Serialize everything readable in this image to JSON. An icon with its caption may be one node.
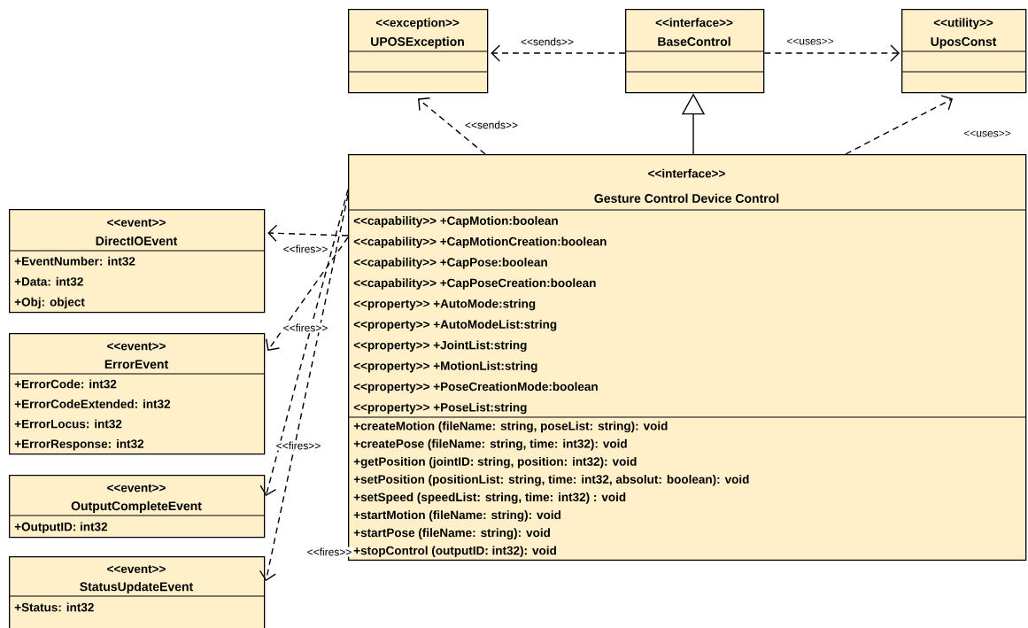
{
  "diagram": {
    "nodes": [
      {
        "text": [
          "<<exception>>",
          "UPOSException"
        ]
      },
      {
        "text": [
          "<<interface>>",
          "BaseControl"
        ]
      },
      {
        "text": [
          "<<utility>>",
          "UposConst"
        ]
      },
      {
        "text": [
          "<<interface>>",
          "Gesture Control Device Control",
          "<<capability>> +CapMotion:boolean",
          "<<capability>> +CapMotionCreation:boolean",
          "<<capability>> +CapPose:boolean",
          "<<capability>> +CapPoseCreation:boolean",
          "<<property>> +AutoMode:string",
          "<<property>> +AutoModeList:string",
          "<<property>> +JointList:string",
          "<<property>> +MotionList:string",
          "<<property>> +PoseCreationMode:boolean",
          "<<property>> +PoseList:string",
          "+createMotion (fileName: string, poseList: string): void",
          "+createPose (fileName: string, time: int32): void",
          "+getPosition (jointID: string, position: int32): void",
          "+setPosition (positionList: string, time: int32, absolut: boolean): void",
          "+setSpeed (speedList: string, time: int32) : void",
          "+startMotion (fileName: string): void",
          "+startPose (fileName: string): void",
          "+stopControl (outputID: int32): void"
        ]
      },
      {
        "text": [
          "<<event>>",
          "DirectIOEvent",
          "+EventNumber: int32",
          "+Data: int32",
          "+Obj: object"
        ]
      },
      {
        "text": [
          "<<event>>",
          "ErrorEvent",
          "+ErrorCode: int32",
          "+ErrorCodeExtended: int32",
          "+ErrorLocus: int32",
          "+ErrorResponse: int32"
        ]
      },
      {
        "text": [
          "<<event>>",
          "OutputCompleteEvent",
          "+OutputID: int32"
        ]
      },
      {
        "text": [
          "<<event>>",
          "StatusUpdateEvent",
          "+Status: int32"
        ]
      }
    ],
    "edges": [
      {
        "from": 1,
        "to": 0,
        "arrow": "to",
        "label": "<<sends>>",
        "style": "dashed"
      },
      {
        "from": 1,
        "to": 2,
        "arrow": "to",
        "label": "<<uses>>",
        "style": "dashed"
      },
      {
        "from": 3,
        "to": 0,
        "arrow": "to",
        "label": "<<sends>>",
        "style": "dashed"
      },
      {
        "from": 3,
        "to": 1,
        "arrow": "to"
      },
      {
        "from": 3,
        "to": 2,
        "arrow": "to",
        "label": "<<uses>>",
        "style": "dashed"
      },
      {
        "from": 3,
        "to": 4,
        "arrow": "to",
        "label": "<<fires>>",
        "style": "dashed"
      },
      {
        "from": 3,
        "to": 5,
        "arrow": "to",
        "label": "<<fires>>",
        "style": "dashed"
      },
      {
        "from": 3,
        "to": 6,
        "arrow": "to",
        "label": "<<fires>>",
        "style": "dashed"
      },
      {
        "from": 3,
        "to": 7,
        "arrow": "to",
        "label": "<<fires>>",
        "style": "dashed"
      }
    ]
  }
}
